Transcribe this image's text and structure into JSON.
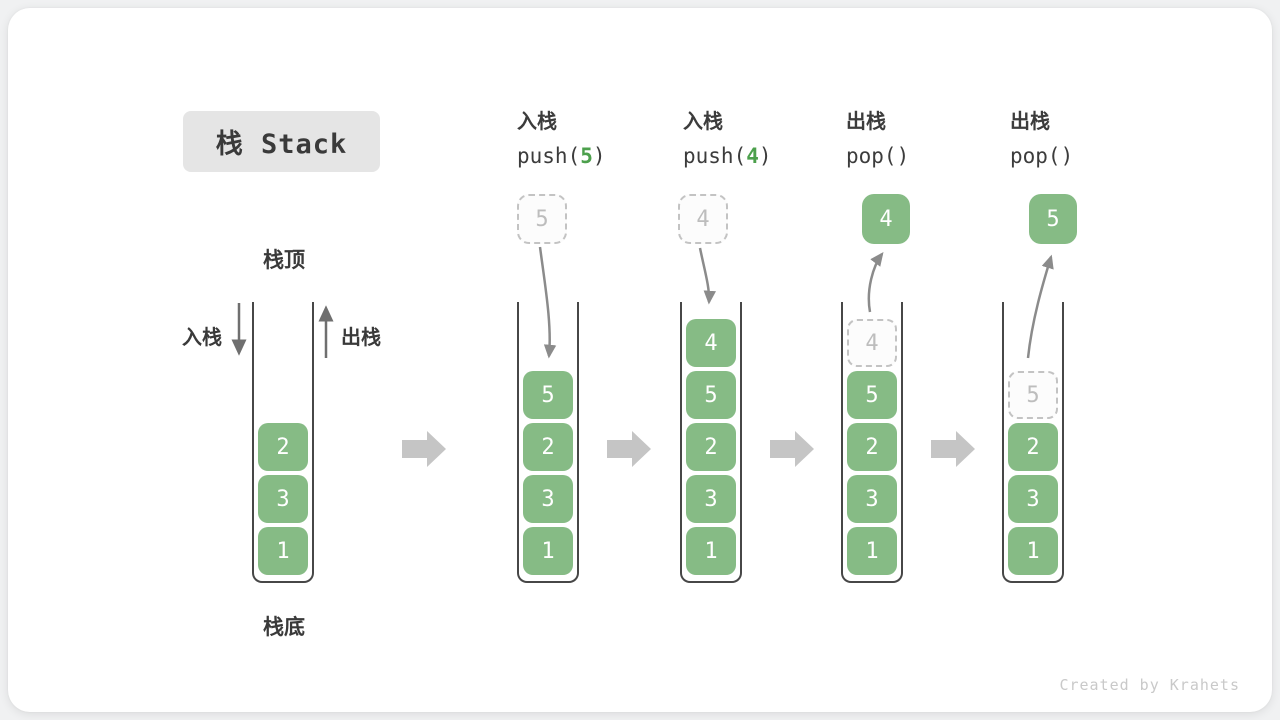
{
  "title": "栈 Stack",
  "labels": {
    "stack_top": "栈顶",
    "stack_bottom": "栈底",
    "push_side": "入栈",
    "pop_side": "出栈"
  },
  "operations": [
    {
      "label": "入栈",
      "code_prefix": "push(",
      "code_arg": "5",
      "code_suffix": ")"
    },
    {
      "label": "入栈",
      "code_prefix": "push(",
      "code_arg": "4",
      "code_suffix": ")"
    },
    {
      "label": "出栈",
      "code_prefix": "pop(",
      "code_arg": "",
      "code_suffix": ")"
    },
    {
      "label": "出栈",
      "code_prefix": "pop(",
      "code_arg": "",
      "code_suffix": ")"
    }
  ],
  "stacks": [
    {
      "elements": [
        "2",
        "3",
        "1"
      ]
    },
    {
      "incoming": "5",
      "elements": [
        "5",
        "2",
        "3",
        "1"
      ]
    },
    {
      "incoming": "4",
      "elements": [
        "4",
        "5",
        "2",
        "3",
        "1"
      ]
    },
    {
      "outgoing": "4",
      "ghost": "4",
      "elements": [
        "5",
        "2",
        "3",
        "1"
      ]
    },
    {
      "outgoing": "5",
      "ghost": "5",
      "elements": [
        "2",
        "3",
        "1"
      ]
    }
  ],
  "watermark": "Created by Krahets",
  "colors": {
    "element_green": "#86bb85",
    "code_arg_green": "#4ca04c",
    "block_arrow_gray": "#c5c5c5",
    "curved_arrow_gray": "#8b8b8b",
    "direction_arrow_gray": "#6f6f6f",
    "dashed_border_gray": "#c3c3c3",
    "text_dark": "#3a3a3a",
    "title_box_bg": "#e5e5e5"
  }
}
